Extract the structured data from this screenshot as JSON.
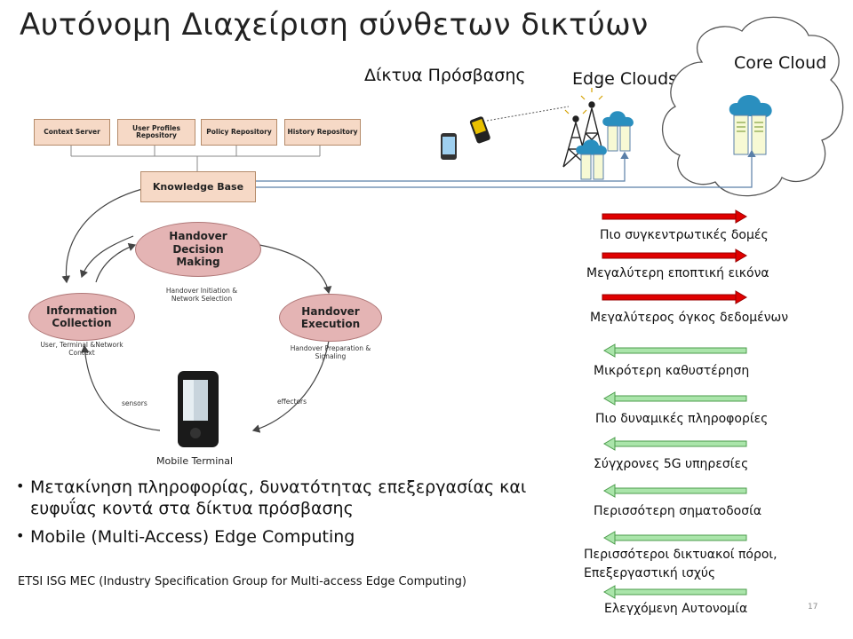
{
  "title": "Αυτόνομη Διαχείριση σύνθετων δικτύων",
  "network_labels": {
    "access": "Δίκτυα Πρόσβασης",
    "edge": "Edge Clouds",
    "core": "Core Cloud"
  },
  "repositories": [
    "Context Server",
    "User Profiles Repository",
    "Policy Repository",
    "History Repository"
  ],
  "knowledge_base": "Knowledge Base",
  "cycle": {
    "decision": "Handover Decision Making",
    "decision_sub": "Handover Initiation & Network Selection",
    "info": "Information Collection",
    "info_sub": "User, Terminal &Network Context",
    "execution": "Handover Execution",
    "execution_sub": "Handover Preparation & Signaling",
    "sensors": "sensors",
    "effectors": "effectors",
    "terminal": "Mobile Terminal"
  },
  "arrows_right": {
    "color": "#e00000",
    "items": [
      "Πιο συγκεντρωτικές δομές",
      "Μεγαλύτερη εποπτική εικόνα",
      "Μεγαλύτερος όγκος δεδομένων"
    ]
  },
  "arrows_left": {
    "color": "#99dd99",
    "items": [
      "Μικρότερη καθυστέρηση",
      "Πιο δυναμικές πληροφορίες",
      "Σύγχρονες 5G υπηρεσίες",
      "Περισσότερη σηματοδοσία",
      "Περισσότεροι δικτυακοί πόροι,",
      "Επεξεργαστική ισχύς",
      "Ελεγχόμενη Αυτονομία"
    ]
  },
  "bullets": [
    "Μετακίνηση πληροφορίας, δυνατότητας επεξεργασίας και ευφυΐας κοντά στα δίκτυα πρόσβασης",
    "Mobile (Multi-Access) Edge Computing"
  ],
  "etsi": "ETSI ISG MEC (Industry Specification Group for Multi-access Edge Computing)",
  "page_number": "17"
}
